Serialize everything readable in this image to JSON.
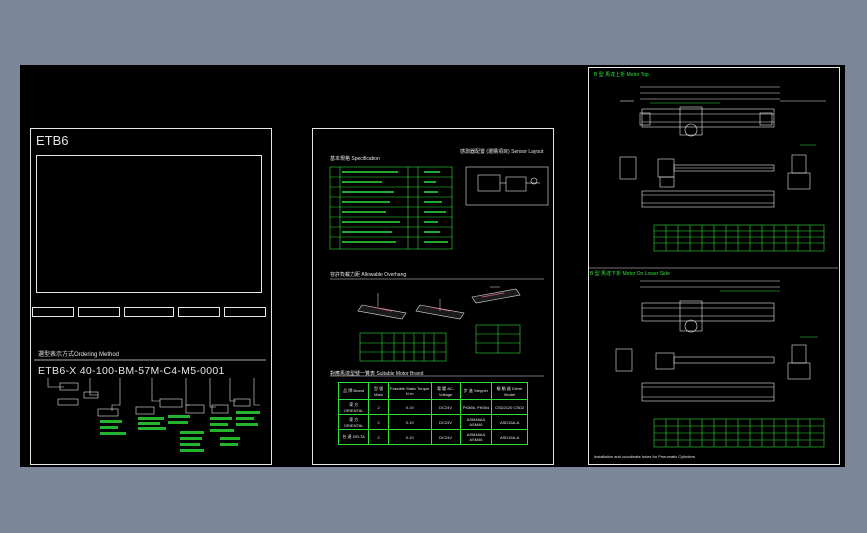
{
  "left_sheet": {
    "title": "ETB6",
    "ordering_heading": "選型表示方式Ordering Method",
    "model_code": "ETB6-X 40-100-BM-57M-C4-M5-0001"
  },
  "mid_sheet": {
    "spec_heading": "基本規格 Specification",
    "sensor_heading": "感測器配置 (選購項目) Sensor Layout",
    "overhang_heading": "容許負載力距 Allowable Overhang",
    "motor_heading": "對應馬達型號一覽表 Suitable Motor Brand",
    "motor_table": {
      "headers": [
        "品 牌 Brand",
        "型 號 Mark",
        "Possible Static Torque N·m",
        "電 壓 AC-Voltage",
        "步 進 Stepper",
        "驅 動 器 Driver Model"
      ],
      "rows": [
        [
          "東 方 ORIENTAL",
          "2",
          "0.19",
          "DC24V",
          "PK566, PK564",
          "CSD2120 CSD2"
        ],
        [
          "東 方 ORIENTAL",
          "2",
          "0.19",
          "DC24V",
          "ASM46AA ASM46",
          "ASD16A-A"
        ],
        [
          "台 達 DELTA",
          "2",
          "0.19",
          "DC24V",
          "ASM46AA ASM46",
          "ASD16A-A"
        ]
      ]
    }
  },
  "right_sheet": {
    "top_heading": "B 型 馬達上折 Motor Top",
    "lower_heading": "B 型 馬達下折 Motor On Lower Side",
    "footnote": "Installation and coordinate holes for Pneumatic Cylinders"
  },
  "colors": {
    "background": "#7b8798",
    "canvas": "#000000",
    "line": "#e6e6e6",
    "accent": "#2fe03a"
  }
}
